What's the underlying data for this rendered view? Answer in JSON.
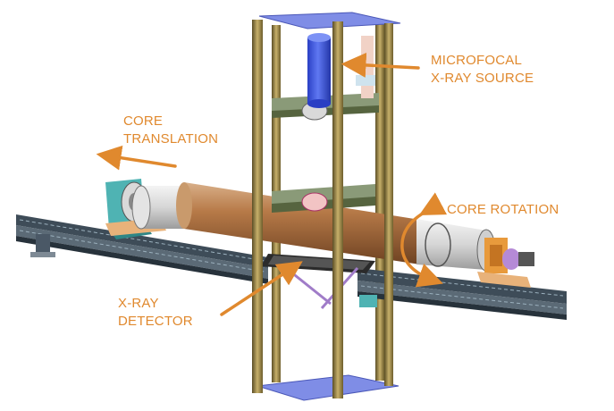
{
  "labels": {
    "source_line1": "MICROFOCAL",
    "source_line2": "X-RAY SOURCE",
    "translation_line1": "CORE",
    "translation_line2": "TRANSLATION",
    "rotation": "CORE ROTATION",
    "detector_line1": "X-RAY",
    "detector_line2": "DETECTOR"
  },
  "colors": {
    "annotation": "#e0892e",
    "core": "#a86a3e",
    "frame": "#8a7a45",
    "rail": "#3a4752",
    "plate": "#7f8de6",
    "source": "#3d55e0",
    "mount": "#4fb3b3"
  }
}
